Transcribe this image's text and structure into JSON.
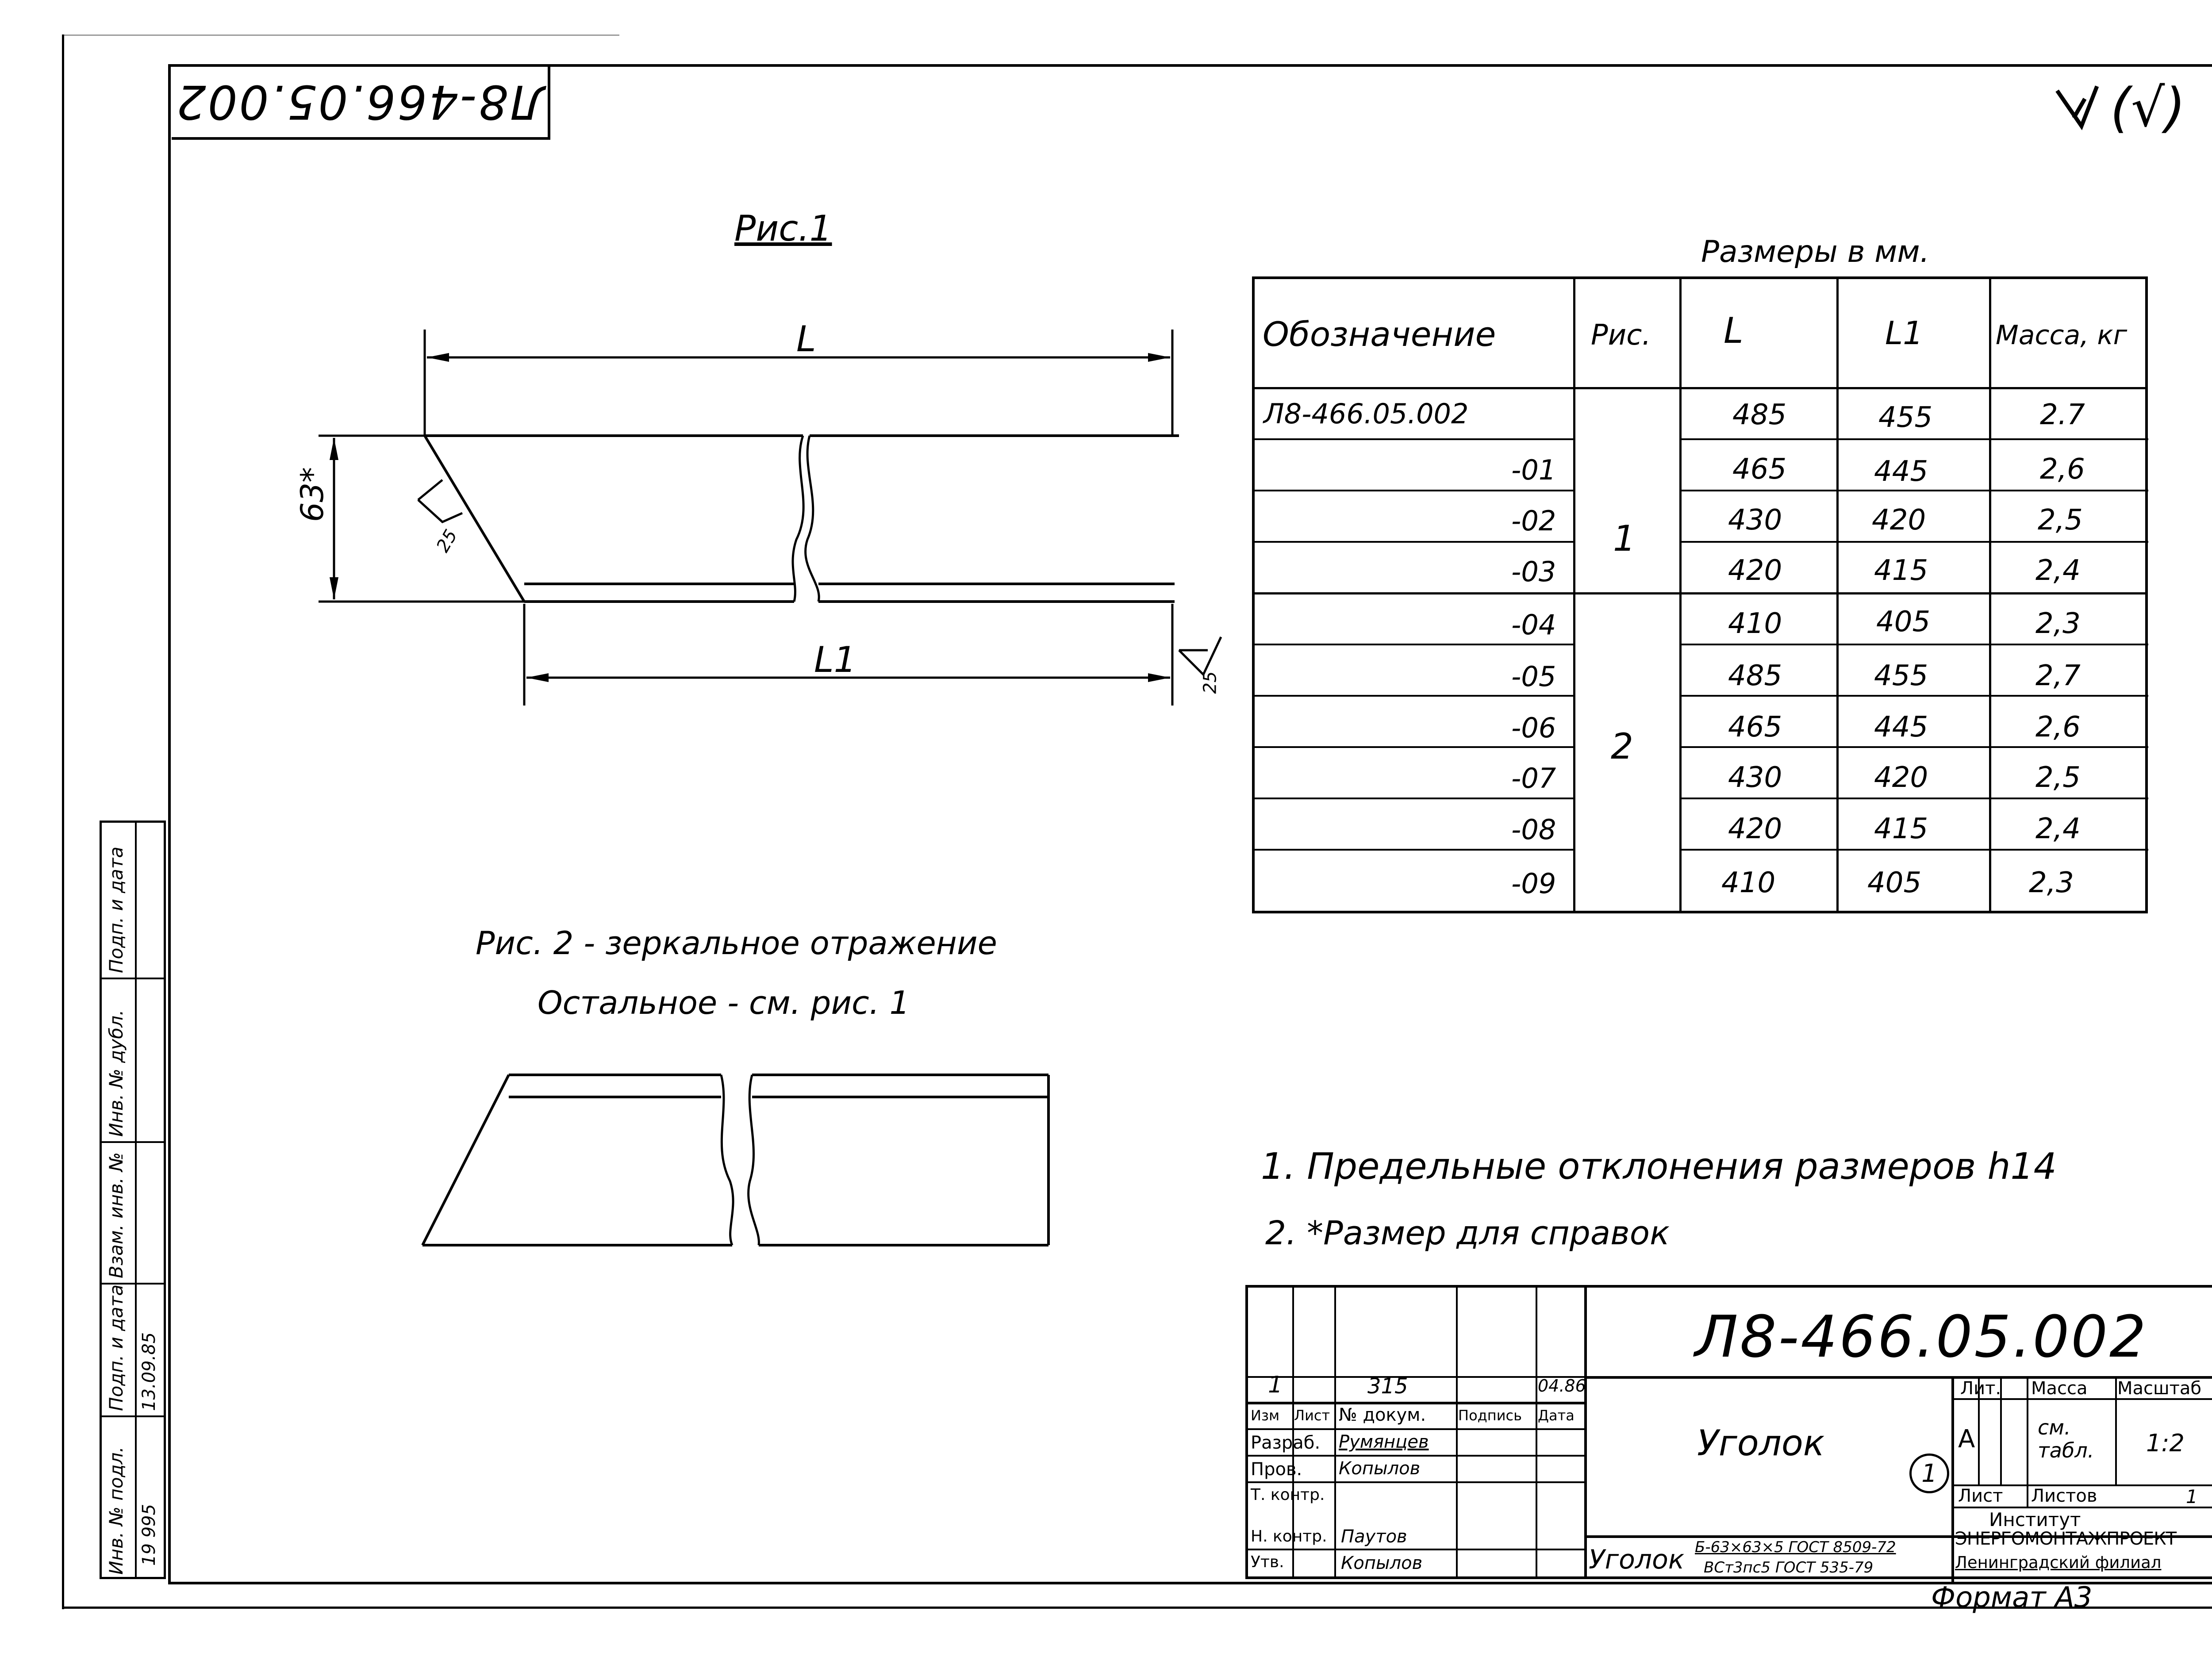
{
  "stamp_top": {
    "code_mirrored": "Л8-466.05.002"
  },
  "roughness_mark": "(√)",
  "fig1_title": "Рис.1",
  "fig1_dims": {
    "L": "L",
    "L1": "L1",
    "height": "63*",
    "roughness_a": "25",
    "roughness_b": "25"
  },
  "fig2_note": {
    "line1": "Рис. 2 - зеркальное отражение",
    "line2": "Остальное - см. рис. 1"
  },
  "table": {
    "caption": "Размеры в мм.",
    "headers": [
      "Обозначение",
      "Рис.",
      "L",
      "L1",
      "Масса, кг"
    ],
    "rows": [
      {
        "designation": "Л8-466.05.002",
        "L": "485",
        "L1": "455",
        "mass": "2.7"
      },
      {
        "designation": "-01",
        "L": "465",
        "L1": "445",
        "mass": "2,6"
      },
      {
        "designation": "-02",
        "L": "430",
        "L1": "420",
        "mass": "2,5"
      },
      {
        "designation": "-03",
        "L": "420",
        "L1": "415",
        "mass": "2,4"
      },
      {
        "designation": "-04",
        "L": "410",
        "L1": "405",
        "mass": "2,3"
      },
      {
        "designation": "-05",
        "L": "485",
        "L1": "455",
        "mass": "2,7"
      },
      {
        "designation": "-06",
        "L": "465",
        "L1": "445",
        "mass": "2,6"
      },
      {
        "designation": "-07",
        "L": "430",
        "L1": "420",
        "mass": "2,5"
      },
      {
        "designation": "-08",
        "L": "420",
        "L1": "415",
        "mass": "2,4"
      },
      {
        "designation": "-09",
        "L": "410",
        "L1": "405",
        "mass": "2,3"
      }
    ],
    "fig_group1": "1",
    "fig_group2": "2"
  },
  "notes": {
    "n1": "1. Предельные отклонения размеров h14",
    "n2": "2. *Размер для справок"
  },
  "title_block": {
    "code": "Л8-466.05.002",
    "name": "Уголок",
    "material_prefix": "Уголок",
    "material_top": "Б-63×63×5 ГОСТ 8509-72",
    "material_bottom": "ВСт3пс5 ГОСТ 535-79",
    "change_num": "1",
    "change_doc": "315",
    "change_date": "04.86",
    "hdr": {
      "izm": "Изм",
      "list": "Лист",
      "doc": "№ докум.",
      "sign": "Подпись",
      "date": "Дата"
    },
    "roles": [
      {
        "role": "Разраб.",
        "name": "Румянцев"
      },
      {
        "role": "Пров.",
        "name": "Копылов"
      },
      {
        "role": "Т. контр.",
        "name": ""
      },
      {
        "role": "Н. контр.",
        "name": "Паутов"
      },
      {
        "role": "Утв.",
        "name": "Копылов"
      }
    ],
    "lit_label": "Лит.",
    "lit_value": "А",
    "mass_label": "Масса",
    "mass_value": "см. табл.",
    "scale_label": "Масштаб",
    "scale_value": "1:2",
    "sheet_label": "Лист",
    "sheets_label": "Листов",
    "sheets_value": "1",
    "circle_mark": "1",
    "org_line1": "Институт",
    "org_line2": "ЭНЕРГОМОНТАЖПРОЕКТ",
    "org_line3": "Ленинградский филиал",
    "format": "Формат А3"
  },
  "side_stamp": {
    "labels": [
      "Инв. № подл.",
      "Подп. и дата",
      "Взам. инв. №",
      "Инв. № дубл.",
      "Подп. и дата"
    ],
    "inv_value": "19 995",
    "date_value": "13.09.85"
  }
}
